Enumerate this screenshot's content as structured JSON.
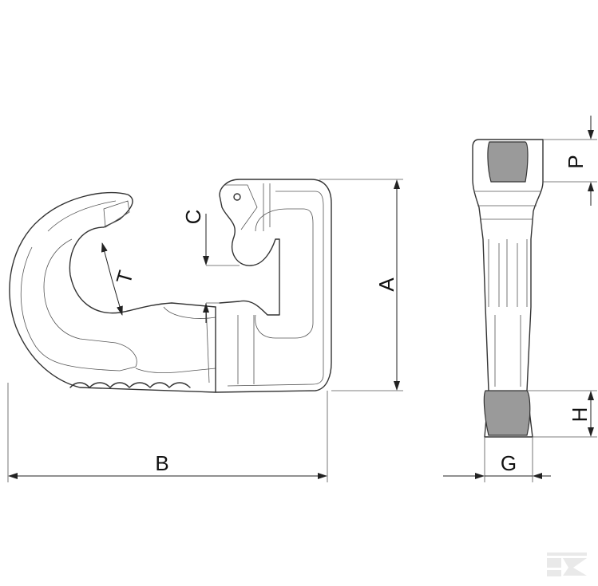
{
  "drawing": {
    "dimension_labels": {
      "A": "A",
      "B": "B",
      "C": "C",
      "T": "T",
      "P": "P",
      "H": "H",
      "G": "G"
    },
    "watermark": "K"
  }
}
